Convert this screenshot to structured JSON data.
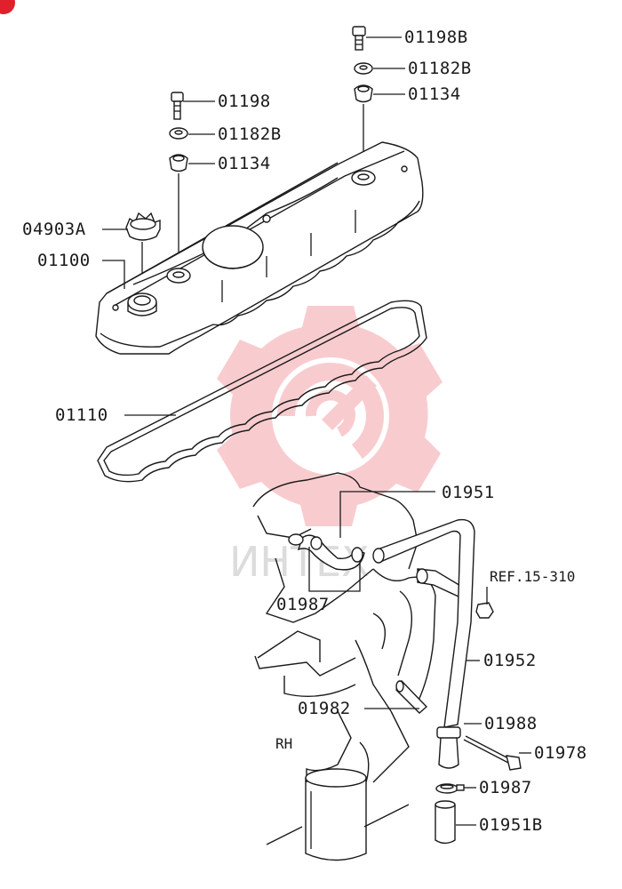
{
  "callouts": [
    {
      "id": "01198B"
    },
    {
      "id": "01182B"
    },
    {
      "id": "01134"
    },
    {
      "id": "01198"
    },
    {
      "id": "01182B"
    },
    {
      "id": "01134"
    },
    {
      "id": "04903A"
    },
    {
      "id": "01100"
    },
    {
      "id": "01110"
    },
    {
      "id": "01951"
    },
    {
      "id": "01987"
    },
    {
      "id": "REF.15-310"
    },
    {
      "id": "01952"
    },
    {
      "id": "01982"
    },
    {
      "id": "01988"
    },
    {
      "id": "01978"
    },
    {
      "id": "01987"
    },
    {
      "id": "01951B"
    }
  ],
  "side_label": "RH",
  "watermark": {
    "text": "ИНТЕХ",
    "logo": "gear-logo",
    "color": "#f4a3a8"
  },
  "corner_badge": {
    "icon": "red-circle-badge",
    "color": "#e0202a"
  }
}
